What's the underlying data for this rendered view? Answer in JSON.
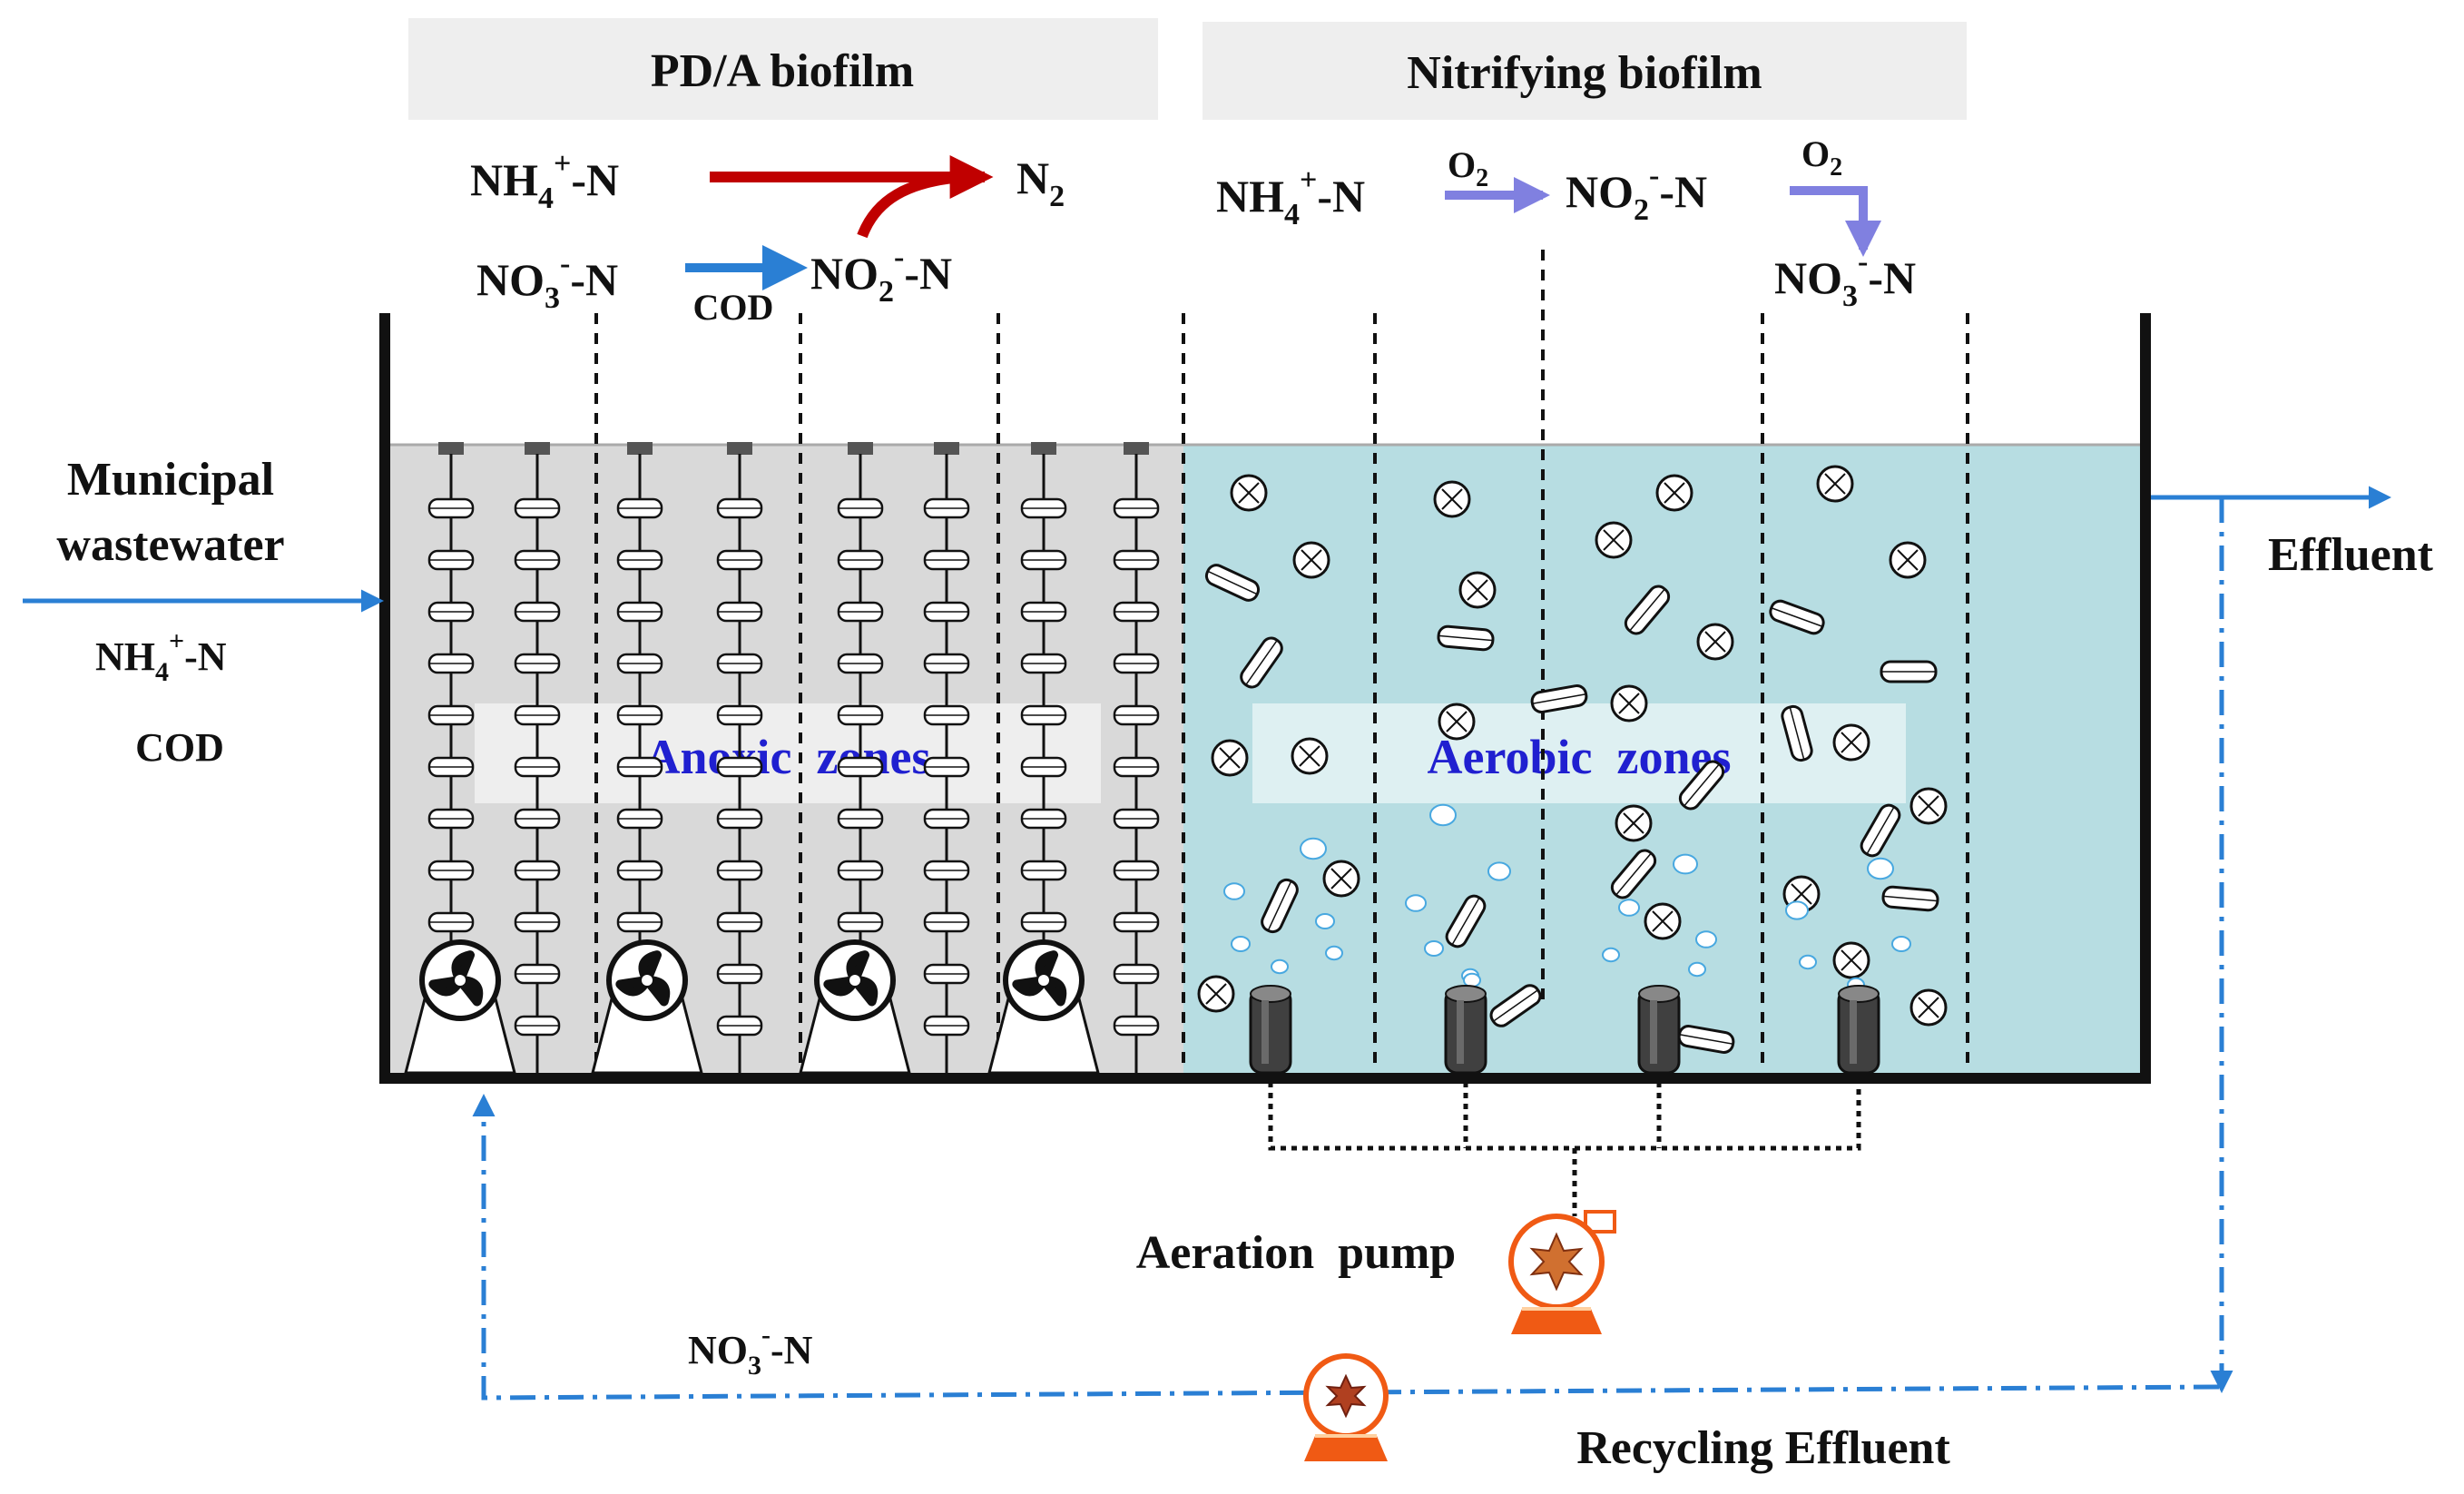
{
  "headers": {
    "left": "PD/A biofilm",
    "right": "Nitrifying biofilm"
  },
  "anoxic_reactions": {
    "ammonium": {
      "base": "NH",
      "sub": "4",
      "sup": "+",
      "tail": "-N"
    },
    "n2": {
      "base": "N",
      "sub": "2"
    },
    "nitrate": {
      "base": "NO",
      "sub": "3",
      "sup": "-",
      "tail": "-N"
    },
    "cod": "COD",
    "nitrite": {
      "base": "NO",
      "sub": "2",
      "sup": "-",
      "tail": "-N"
    }
  },
  "aerobic_reactions": {
    "ammonium": {
      "base": "NH",
      "sub": "4",
      "sup": "+",
      "tail": "-N"
    },
    "o2_1": {
      "base": "O",
      "sub": "2"
    },
    "nitrite": {
      "base": "NO",
      "sub": "2",
      "sup": "-",
      "tail": "-N"
    },
    "o2_2": {
      "base": "O",
      "sub": "2"
    },
    "nitrate": {
      "base": "NO",
      "sub": "3",
      "sup": "-",
      "tail": "-N"
    }
  },
  "influent": {
    "line1": "Municipal",
    "line2": "wastewater",
    "ammonium": {
      "base": "NH",
      "sub": "4",
      "sup": "+",
      "tail": "-N"
    },
    "cod": "COD"
  },
  "zones": {
    "anoxic": "Anoxic  zones",
    "aerobic": "Aerobic  zones"
  },
  "effluent": "Effluent",
  "aeration_pump": "Aeration  pump",
  "recycle": {
    "nitrate": {
      "base": "NO",
      "sub": "3",
      "sup": "-",
      "tail": "-N"
    },
    "label": "Recycling Effluent"
  },
  "colors": {
    "anoxic_fill": "#d9d9d9",
    "aerobic_fill": "#b7dde2",
    "anammox_arrow": "#c00000",
    "flow_arrow": "#2a7fd4",
    "nitrification_arrow": "#8080e0",
    "zone_label": "#2020d0",
    "pump": "#f05a14"
  }
}
